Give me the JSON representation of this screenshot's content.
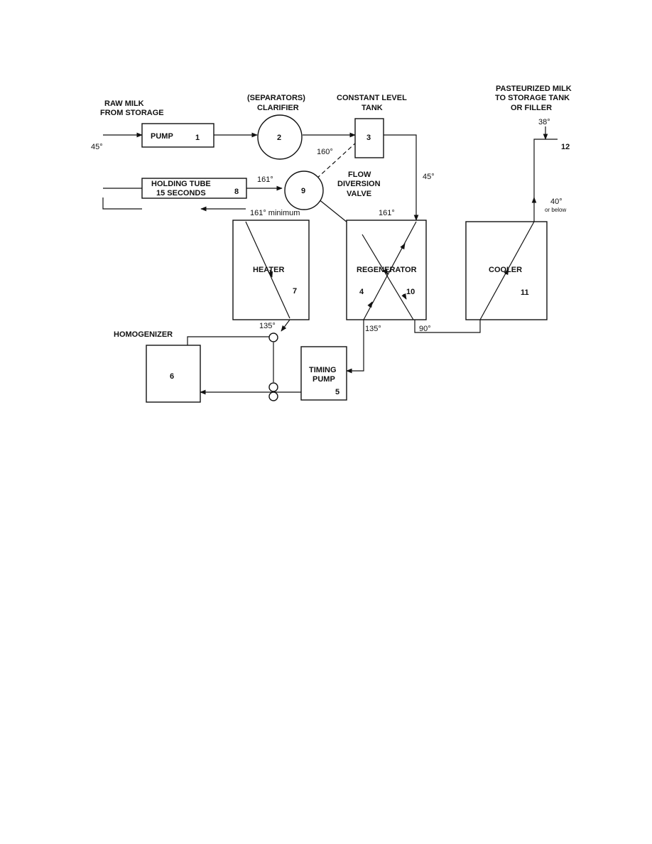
{
  "labels": {
    "raw_milk_1": "RAW MILK",
    "raw_milk_2": "FROM STORAGE",
    "temp_in": "45°",
    "pump": "PUMP",
    "pump_num": "1",
    "separators": "(SEPARATORS)",
    "clarifier": "CLARIFIER",
    "clarifier_num": "2",
    "constant_level_1": "CONSTANT LEVEL",
    "constant_level_2": "TANK",
    "tank_num": "3",
    "temp_160": "160°",
    "temp_tank_out": "45°",
    "pasteurized_1": "PASTEURIZED MILK",
    "pasteurized_2": "TO STORAGE TANK",
    "pasteurized_3": "OR FILLER",
    "temp_38": "38°",
    "outlet_num": "12",
    "holding_tube": "HOLDING TUBE",
    "fifteen_seconds": "15 SECONDS",
    "holding_num": "8",
    "temp_161_a": "161°",
    "valve_num": "9",
    "flow": "FLOW",
    "diversion": "DIVERSION",
    "valve": "VALVE",
    "temp_40": "40°",
    "or_below": "or below",
    "temp_161_min": "161° minimum",
    "temp_161_b": "161°",
    "heater": "HEATER",
    "heater_num": "7",
    "regenerator": "REGENERATOR",
    "regen_num_4": "4",
    "regen_num_10": "10",
    "cooler": "COOLER",
    "cooler_num": "11",
    "homogenizer": "HOMOGENIZER",
    "homog_num": "6",
    "temp_135_a": "135°",
    "temp_135_b": "135°",
    "temp_90": "90°",
    "timing_1": "TIMING",
    "timing_2": "PUMP",
    "timing_num": "5"
  },
  "colors": {
    "ink": "#111111",
    "paper": "#ffffff"
  }
}
